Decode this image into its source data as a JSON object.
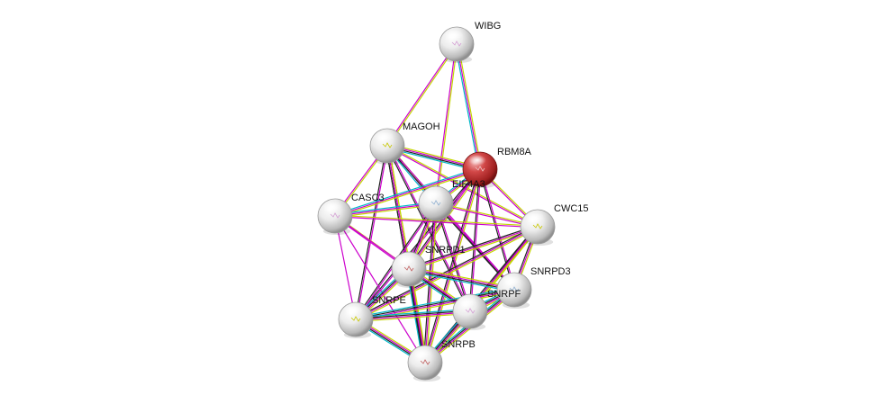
{
  "network": {
    "nodes": [
      {
        "id": "WIBG",
        "label": "WIBG",
        "query": false
      },
      {
        "id": "MAGOH",
        "label": "MAGOH",
        "query": false
      },
      {
        "id": "RBM8A",
        "label": "RBM8A",
        "query": true
      },
      {
        "id": "EIF4A3",
        "label": "EIF4A3",
        "query": false
      },
      {
        "id": "CASC3",
        "label": "CASC3",
        "query": false
      },
      {
        "id": "CWC15",
        "label": "CWC15",
        "query": false
      },
      {
        "id": "SNRPD1",
        "label": "SNRPD1",
        "query": false
      },
      {
        "id": "SNRPD3",
        "label": "SNRPD3",
        "query": false
      },
      {
        "id": "SNRPF",
        "label": "SNRPF",
        "query": false
      },
      {
        "id": "SNRPE",
        "label": "SNRPE",
        "query": false
      },
      {
        "id": "SNRPB",
        "label": "SNRPB",
        "query": false
      }
    ],
    "edge_colors": {
      "textmining": "#c4d600",
      "experiments": "#cc00cc",
      "coexpression": "#222222",
      "database": "#00b8c8"
    },
    "node_colors": {
      "query": "#c83232",
      "other": "#e8e8e8"
    },
    "edges": [
      {
        "a": "WIBG",
        "b": "MAGOH",
        "types": [
          "textmining",
          "experiments"
        ]
      },
      {
        "a": "WIBG",
        "b": "RBM8A",
        "types": [
          "textmining",
          "experiments",
          "database"
        ]
      },
      {
        "a": "WIBG",
        "b": "EIF4A3",
        "types": [
          "textmining",
          "experiments"
        ]
      },
      {
        "a": "MAGOH",
        "b": "RBM8A",
        "types": [
          "textmining",
          "experiments",
          "coexpression",
          "database"
        ]
      },
      {
        "a": "MAGOH",
        "b": "EIF4A3",
        "types": [
          "textmining",
          "experiments",
          "database"
        ]
      },
      {
        "a": "MAGOH",
        "b": "CASC3",
        "types": [
          "textmining",
          "experiments"
        ]
      },
      {
        "a": "MAGOH",
        "b": "CWC15",
        "types": [
          "textmining",
          "experiments"
        ]
      },
      {
        "a": "MAGOH",
        "b": "SNRPD1",
        "types": [
          "textmining",
          "experiments",
          "coexpression"
        ]
      },
      {
        "a": "MAGOH",
        "b": "SNRPD3",
        "types": [
          "experiments",
          "coexpression"
        ]
      },
      {
        "a": "MAGOH",
        "b": "SNRPF",
        "types": [
          "experiments",
          "coexpression"
        ]
      },
      {
        "a": "MAGOH",
        "b": "SNRPE",
        "types": [
          "experiments",
          "coexpression"
        ]
      },
      {
        "a": "MAGOH",
        "b": "SNRPB",
        "types": [
          "textmining",
          "experiments",
          "coexpression"
        ]
      },
      {
        "a": "RBM8A",
        "b": "EIF4A3",
        "types": [
          "textmining",
          "experiments",
          "database"
        ]
      },
      {
        "a": "RBM8A",
        "b": "CASC3",
        "types": [
          "textmining",
          "experiments",
          "database"
        ]
      },
      {
        "a": "RBM8A",
        "b": "CWC15",
        "types": [
          "textmining",
          "experiments"
        ]
      },
      {
        "a": "RBM8A",
        "b": "SNRPD1",
        "types": [
          "textmining",
          "experiments",
          "coexpression"
        ]
      },
      {
        "a": "RBM8A",
        "b": "SNRPD3",
        "types": [
          "experiments",
          "coexpression"
        ]
      },
      {
        "a": "RBM8A",
        "b": "SNRPF",
        "types": [
          "experiments",
          "coexpression"
        ]
      },
      {
        "a": "RBM8A",
        "b": "SNRPE",
        "types": [
          "experiments",
          "coexpression"
        ]
      },
      {
        "a": "RBM8A",
        "b": "SNRPB",
        "types": [
          "textmining",
          "experiments",
          "coexpression"
        ]
      },
      {
        "a": "EIF4A3",
        "b": "CASC3",
        "types": [
          "textmining",
          "experiments",
          "database"
        ]
      },
      {
        "a": "EIF4A3",
        "b": "CWC15",
        "types": [
          "textmining",
          "experiments"
        ]
      },
      {
        "a": "EIF4A3",
        "b": "SNRPD1",
        "types": [
          "textmining",
          "experiments",
          "coexpression"
        ]
      },
      {
        "a": "EIF4A3",
        "b": "SNRPD3",
        "types": [
          "experiments",
          "coexpression"
        ]
      },
      {
        "a": "EIF4A3",
        "b": "SNRPF",
        "types": [
          "experiments",
          "coexpression"
        ]
      },
      {
        "a": "EIF4A3",
        "b": "SNRPE",
        "types": [
          "experiments",
          "coexpression"
        ]
      },
      {
        "a": "EIF4A3",
        "b": "SNRPB",
        "types": [
          "textmining",
          "experiments",
          "coexpression"
        ]
      },
      {
        "a": "CASC3",
        "b": "CWC15",
        "types": [
          "textmining",
          "experiments"
        ]
      },
      {
        "a": "CASC3",
        "b": "SNRPD1",
        "types": [
          "textmining",
          "experiments"
        ]
      },
      {
        "a": "CASC3",
        "b": "SNRPE",
        "types": [
          "experiments"
        ]
      },
      {
        "a": "CASC3",
        "b": "SNRPB",
        "types": [
          "experiments"
        ]
      },
      {
        "a": "CASC3",
        "b": "SNRPF",
        "types": [
          "experiments"
        ]
      },
      {
        "a": "CWC15",
        "b": "SNRPD1",
        "types": [
          "textmining",
          "experiments",
          "coexpression"
        ]
      },
      {
        "a": "CWC15",
        "b": "SNRPD3",
        "types": [
          "textmining",
          "experiments",
          "coexpression"
        ]
      },
      {
        "a": "CWC15",
        "b": "SNRPF",
        "types": [
          "textmining",
          "experiments",
          "coexpression"
        ]
      },
      {
        "a": "CWC15",
        "b": "SNRPE",
        "types": [
          "textmining",
          "experiments",
          "coexpression"
        ]
      },
      {
        "a": "CWC15",
        "b": "SNRPB",
        "types": [
          "textmining",
          "experiments",
          "coexpression"
        ]
      },
      {
        "a": "SNRPD1",
        "b": "SNRPD3",
        "types": [
          "textmining",
          "experiments",
          "coexpression",
          "database"
        ]
      },
      {
        "a": "SNRPD1",
        "b": "SNRPF",
        "types": [
          "textmining",
          "experiments",
          "coexpression",
          "database"
        ]
      },
      {
        "a": "SNRPD1",
        "b": "SNRPE",
        "types": [
          "textmining",
          "experiments",
          "coexpression",
          "database"
        ]
      },
      {
        "a": "SNRPD1",
        "b": "SNRPB",
        "types": [
          "textmining",
          "experiments",
          "coexpression",
          "database"
        ]
      },
      {
        "a": "SNRPD3",
        "b": "SNRPF",
        "types": [
          "textmining",
          "experiments",
          "coexpression",
          "database"
        ]
      },
      {
        "a": "SNRPD3",
        "b": "SNRPE",
        "types": [
          "textmining",
          "experiments",
          "coexpression",
          "database"
        ]
      },
      {
        "a": "SNRPD3",
        "b": "SNRPB",
        "types": [
          "textmining",
          "experiments",
          "coexpression",
          "database"
        ]
      },
      {
        "a": "SNRPF",
        "b": "SNRPE",
        "types": [
          "textmining",
          "experiments",
          "coexpression",
          "database"
        ]
      },
      {
        "a": "SNRPF",
        "b": "SNRPB",
        "types": [
          "textmining",
          "experiments",
          "coexpression",
          "database"
        ]
      },
      {
        "a": "SNRPE",
        "b": "SNRPB",
        "types": [
          "textmining",
          "experiments",
          "coexpression",
          "database"
        ]
      }
    ]
  }
}
